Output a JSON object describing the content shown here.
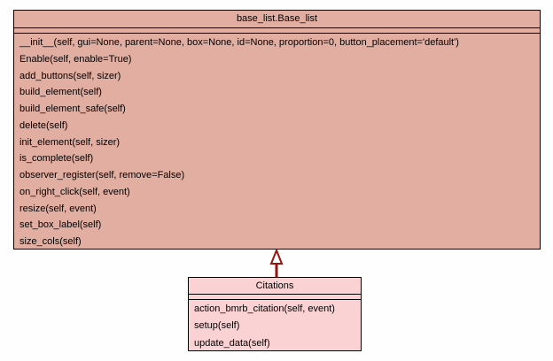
{
  "diagram_type": "uml-class-diagram",
  "classes": [
    {
      "name": "base_list.Base_list",
      "fill": "#e2aea2",
      "attributes": [],
      "methods": [
        "__init__(self, gui=None, parent=None, box=None, id=None, proportion=0, button_placement='default')",
        "Enable(self, enable=True)",
        "add_buttons(self, sizer)",
        "build_element(self)",
        "build_element_safe(self)",
        "delete(self)",
        "init_element(self, sizer)",
        "is_complete(self)",
        "observer_register(self, remove=False)",
        "on_right_click(self, event)",
        "resize(self, event)",
        "set_box_label(self)",
        "size_cols(self)"
      ]
    },
    {
      "name": "Citations",
      "fill": "#fbd2d3",
      "attributes": [],
      "methods": [
        "action_bmrb_citation(self, event)",
        "setup(self)",
        "update_data(self)"
      ]
    }
  ],
  "relationship": {
    "type": "inheritance",
    "from": "Citations",
    "to": "base_list.Base_list"
  },
  "colors": {
    "background": "#fefefe",
    "border": "#000000",
    "base_class_fill": "#e2aea2",
    "subclass_fill": "#fbd2d3",
    "arrow": "#96140f",
    "arrowhead_fill": "#ffffff"
  }
}
